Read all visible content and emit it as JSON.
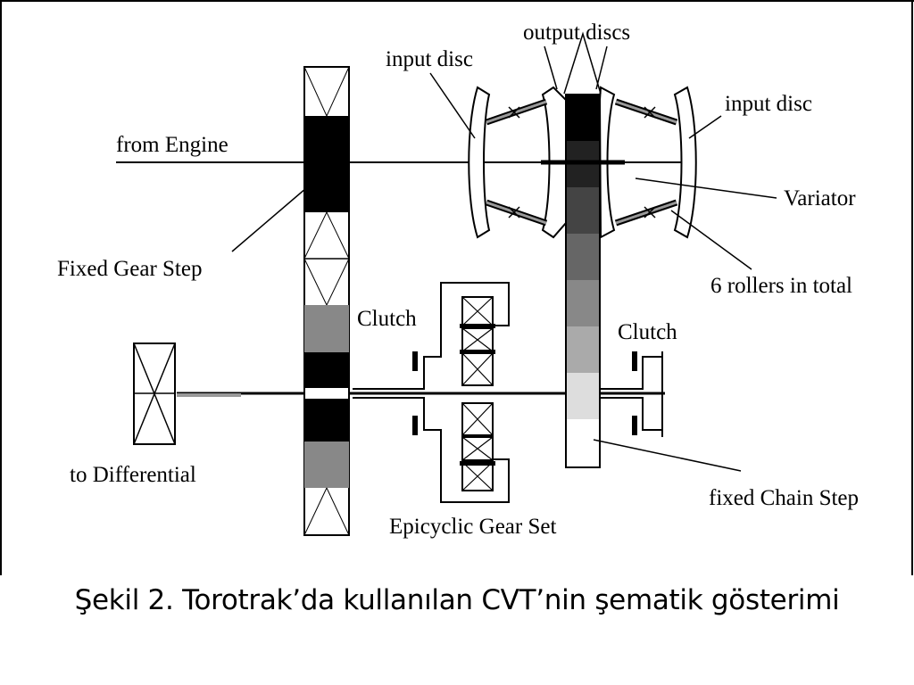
{
  "diagram": {
    "labels": {
      "from_engine": "from Engine",
      "fixed_gear_step": "Fixed Gear Step",
      "to_differential": "to Differential",
      "clutch_left": "Clutch",
      "clutch_right": "Clutch",
      "epicyclic_gear_set": "Epicyclic Gear Set",
      "input_disc_left": "input disc",
      "output_discs": "output discs",
      "input_disc_right": "input disc",
      "variator": "Variator",
      "rollers": "6 rollers in total",
      "fixed_chain_step": "fixed Chain Step"
    }
  },
  "caption": "Şekil 2. Torotrak’da kullanılan CVT’nin şematik gösterimi"
}
